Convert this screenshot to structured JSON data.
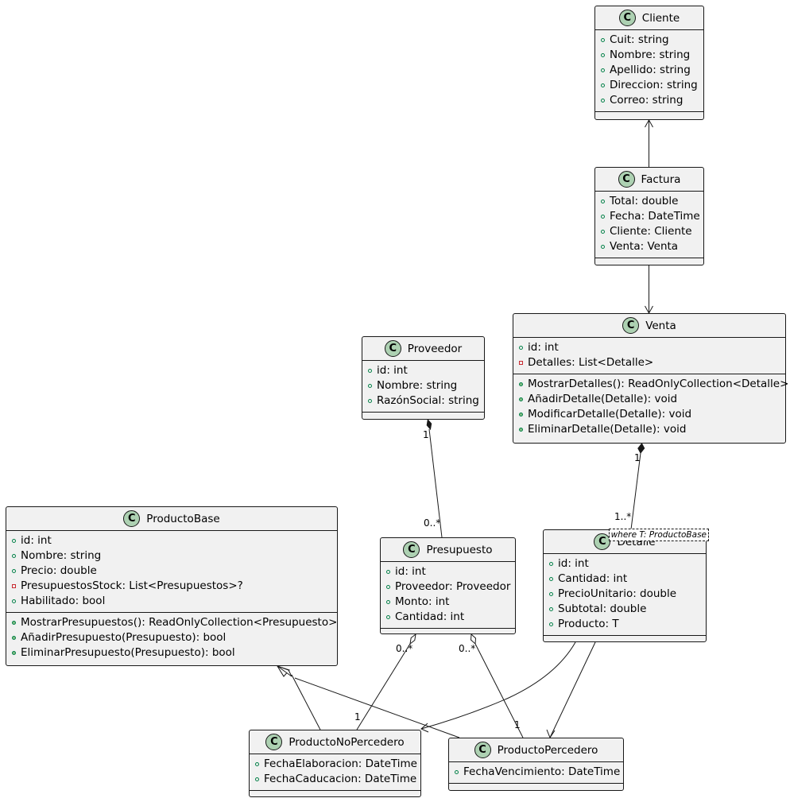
{
  "classes": {
    "cliente": {
      "name": "Cliente",
      "attributes": [
        {
          "text": "Cuit: string",
          "vis": "public"
        },
        {
          "text": "Nombre: string",
          "vis": "public"
        },
        {
          "text": "Apellido: string",
          "vis": "public"
        },
        {
          "text": "Direccion: string",
          "vis": "public"
        },
        {
          "text": "Correo: string",
          "vis": "public"
        }
      ],
      "methods": []
    },
    "factura": {
      "name": "Factura",
      "attributes": [
        {
          "text": "Total: double",
          "vis": "public"
        },
        {
          "text": "Fecha: DateTime",
          "vis": "public"
        },
        {
          "text": "Cliente: Cliente",
          "vis": "public"
        },
        {
          "text": "Venta: Venta",
          "vis": "public"
        }
      ],
      "methods": []
    },
    "venta": {
      "name": "Venta",
      "attributes": [
        {
          "text": "id: int",
          "vis": "public"
        },
        {
          "text": "Detalles: List<Detalle>",
          "vis": "private"
        }
      ],
      "methods": [
        {
          "text": "MostrarDetalles(): ReadOnlyCollection<Detalle>",
          "vis": "public"
        },
        {
          "text": "AñadirDetalle(Detalle): void",
          "vis": "public"
        },
        {
          "text": "ModificarDetalle(Detalle): void",
          "vis": "public"
        },
        {
          "text": "EliminarDetalle(Detalle): void",
          "vis": "public"
        }
      ]
    },
    "proveedor": {
      "name": "Proveedor",
      "attributes": [
        {
          "text": "id: int",
          "vis": "public"
        },
        {
          "text": "Nombre: string",
          "vis": "public"
        },
        {
          "text": "RazónSocial: string",
          "vis": "public"
        }
      ],
      "methods": []
    },
    "productoBase": {
      "name": "ProductoBase",
      "attributes": [
        {
          "text": "id: int",
          "vis": "public"
        },
        {
          "text": "Nombre: string",
          "vis": "public"
        },
        {
          "text": "Precio: double",
          "vis": "public"
        },
        {
          "text": "PresupuestosStock: List<Presupuestos>?",
          "vis": "private"
        },
        {
          "text": "Habilitado: bool",
          "vis": "public"
        }
      ],
      "methods": [
        {
          "text": "MostrarPresupuestos(): ReadOnlyCollection<Presupuesto>",
          "vis": "public"
        },
        {
          "text": "AñadirPresupuesto(Presupuesto): bool",
          "vis": "public"
        },
        {
          "text": "EliminarPresupuesto(Presupuesto): bool",
          "vis": "public"
        }
      ]
    },
    "presupuesto": {
      "name": "Presupuesto",
      "attributes": [
        {
          "text": "id: int",
          "vis": "public"
        },
        {
          "text": "Proveedor: Proveedor",
          "vis": "public"
        },
        {
          "text": "Monto: int",
          "vis": "public"
        },
        {
          "text": "Cantidad: int",
          "vis": "public"
        }
      ],
      "methods": []
    },
    "detalle": {
      "name": "Detalle",
      "type_param": "where T: ProductoBase",
      "attributes": [
        {
          "text": "id: int",
          "vis": "public"
        },
        {
          "text": "Cantidad: int",
          "vis": "public"
        },
        {
          "text": "PrecioUnitario: double",
          "vis": "public"
        },
        {
          "text": "Subtotal: double",
          "vis": "public"
        },
        {
          "text": "Producto: T",
          "vis": "public"
        }
      ],
      "methods": []
    },
    "productoNoPercedero": {
      "name": "ProductoNoPercedero",
      "attributes": [
        {
          "text": "FechaElaboracion: DateTime",
          "vis": "public"
        },
        {
          "text": "FechaCaducacion: DateTime",
          "vis": "public"
        }
      ],
      "methods": []
    },
    "productoPercedero": {
      "name": "ProductoPercedero",
      "attributes": [
        {
          "text": "FechaVencimiento: DateTime",
          "vis": "public"
        }
      ],
      "methods": []
    }
  },
  "class_icon_letter": "C",
  "relations": [
    {
      "from": "Factura",
      "to": "Cliente",
      "kind": "association"
    },
    {
      "from": "Factura",
      "to": "Venta",
      "kind": "association"
    },
    {
      "from": "Proveedor",
      "to": "Presupuesto",
      "kind": "composition",
      "from_mult": "1",
      "to_mult": "0..*"
    },
    {
      "from": "Venta",
      "to": "Detalle",
      "kind": "composition",
      "from_mult": "1",
      "to_mult": "1..*"
    },
    {
      "from": "Presupuesto",
      "to": "ProductoNoPercedero",
      "kind": "aggregation",
      "from_mult": "0..*",
      "to_mult": "1"
    },
    {
      "from": "Presupuesto",
      "to": "ProductoPercedero",
      "kind": "aggregation",
      "from_mult": "0..*",
      "to_mult": "1"
    },
    {
      "from": "ProductoNoPercedero",
      "to": "ProductoBase",
      "kind": "inheritance"
    },
    {
      "from": "ProductoPercedero",
      "to": "ProductoBase",
      "kind": "inheritance"
    },
    {
      "from": "Detalle",
      "to": "ProductoNoPercedero",
      "kind": "association"
    },
    {
      "from": "Detalle",
      "to": "ProductoPercedero",
      "kind": "association"
    }
  ]
}
